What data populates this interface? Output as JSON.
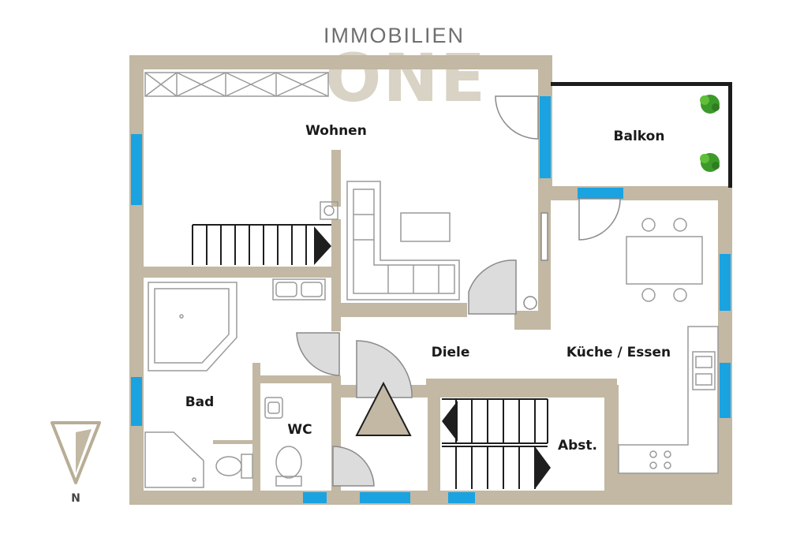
{
  "logo": {
    "line1": "IMMOBILIEN",
    "line2": "ONE"
  },
  "rooms": {
    "wohnen": "Wohnen",
    "balkon": "Balkon",
    "bad": "Bad",
    "wc": "WC",
    "diele": "Diele",
    "kueche": "Küche / Essen",
    "abst": "Abst."
  },
  "north": "N",
  "colors": {
    "wall": "#c2b8a3",
    "window": "#1aa3e0",
    "balcony_rail": "#1c1c1c",
    "furniture_stroke": "#9a9a9a",
    "door_fill": "#dcdcdc",
    "stair_dark": "#1e1e1e",
    "plant": "#3c9a2a"
  }
}
